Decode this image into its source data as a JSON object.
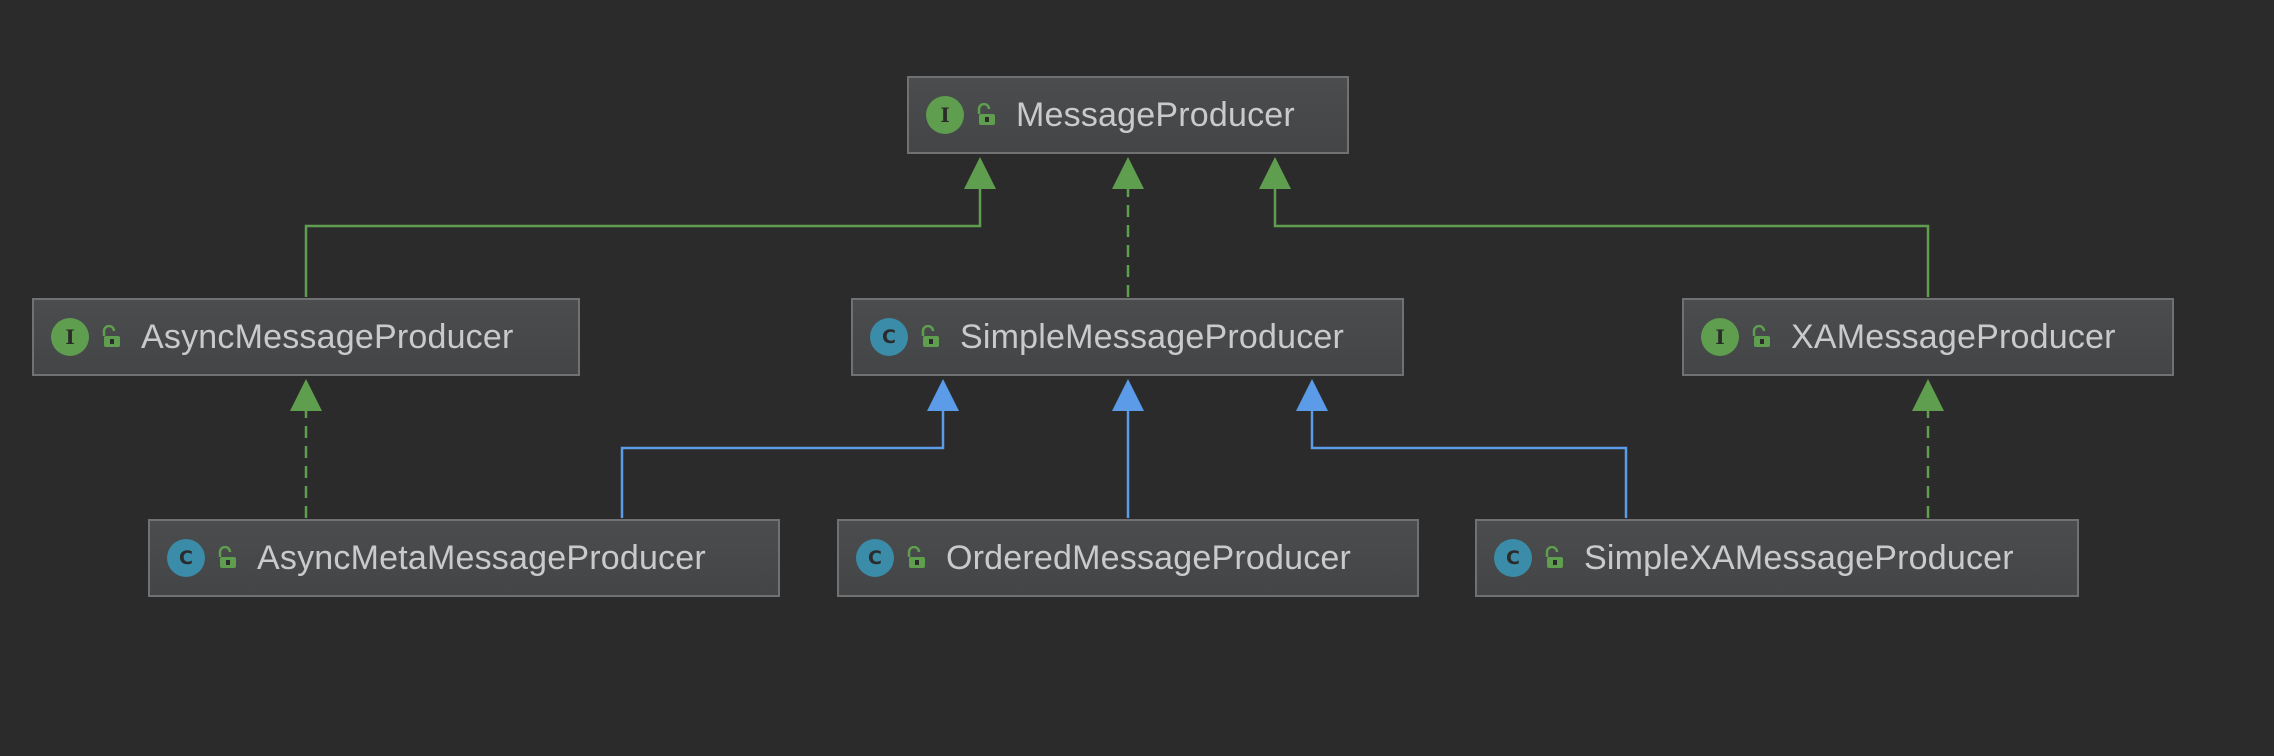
{
  "colors": {
    "background": "#2b2b2b",
    "implements_edge": "#5f9e4e",
    "extends_edge": "#5b9be8",
    "interface_badge": "#5f9e4e",
    "class_badge": "#3b8ca9",
    "node_text": "#c9cacb"
  },
  "badge_letters": {
    "interface": "I",
    "class": "C"
  },
  "nodes": {
    "message_producer": {
      "label": "MessageProducer",
      "kind": "interface",
      "icon": "public-unlock-icon"
    },
    "async_message_producer": {
      "label": "AsyncMessageProducer",
      "kind": "interface",
      "icon": "public-unlock-icon"
    },
    "simple_message_producer": {
      "label": "SimpleMessageProducer",
      "kind": "class",
      "icon": "public-unlock-icon"
    },
    "xa_message_producer": {
      "label": "XAMessageProducer",
      "kind": "interface",
      "icon": "public-unlock-icon"
    },
    "async_meta_message_producer": {
      "label": "AsyncMetaMessageProducer",
      "kind": "class",
      "icon": "public-unlock-icon"
    },
    "ordered_message_producer": {
      "label": "OrderedMessageProducer",
      "kind": "class",
      "icon": "public-unlock-icon"
    },
    "simple_xa_message_producer": {
      "label": "SimpleXAMessageProducer",
      "kind": "class",
      "icon": "public-unlock-icon"
    }
  },
  "edges": [
    {
      "from": "async_message_producer",
      "to": "message_producer",
      "relation": "extends-interface",
      "style": "solid"
    },
    {
      "from": "simple_message_producer",
      "to": "message_producer",
      "relation": "implements",
      "style": "dashed"
    },
    {
      "from": "xa_message_producer",
      "to": "message_producer",
      "relation": "extends-interface",
      "style": "solid"
    },
    {
      "from": "async_meta_message_producer",
      "to": "async_message_producer",
      "relation": "implements",
      "style": "dashed"
    },
    {
      "from": "async_meta_message_producer",
      "to": "simple_message_producer",
      "relation": "extends-class",
      "style": "solid"
    },
    {
      "from": "ordered_message_producer",
      "to": "simple_message_producer",
      "relation": "extends-class",
      "style": "solid"
    },
    {
      "from": "simple_xa_message_producer",
      "to": "simple_message_producer",
      "relation": "extends-class",
      "style": "solid"
    },
    {
      "from": "simple_xa_message_producer",
      "to": "xa_message_producer",
      "relation": "implements",
      "style": "dashed"
    }
  ]
}
